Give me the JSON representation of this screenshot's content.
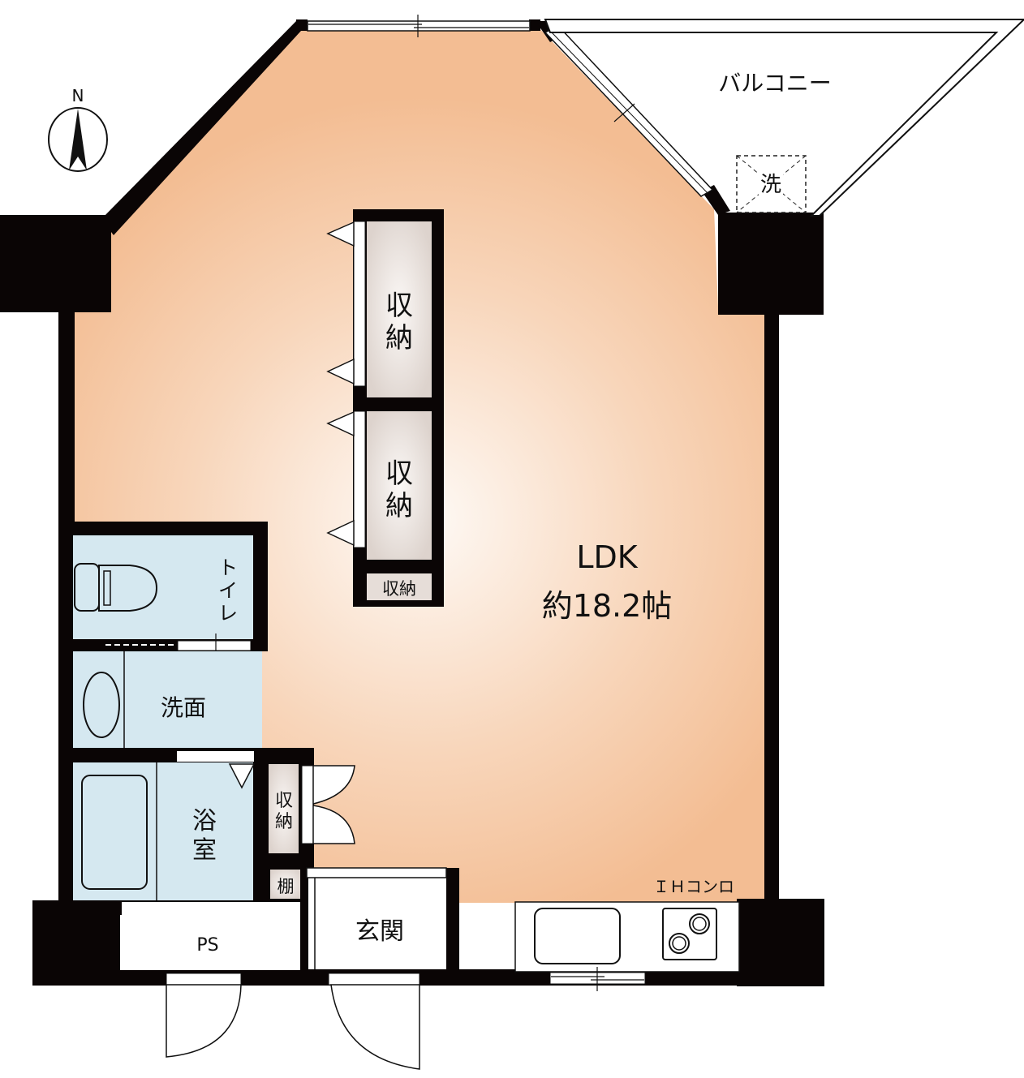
{
  "compass": {
    "label": "N",
    "icon": "north-arrow-icon"
  },
  "rooms": {
    "ldk": {
      "name": "LDK",
      "size": "約18.2帖"
    },
    "balcony": {
      "name": "バルコニー"
    },
    "washer": {
      "name": "洗"
    },
    "storage_upper": {
      "name_line1": "収",
      "name_line2": "納"
    },
    "storage_middle": {
      "name_line1": "収",
      "name_line2": "納"
    },
    "storage_small": {
      "name": "収納"
    },
    "toilet": {
      "name_line1": "ト",
      "name_line2": "イ",
      "name_line3": "レ"
    },
    "washroom": {
      "name": "洗面"
    },
    "bathroom": {
      "name_line1": "浴",
      "name_line2": "室"
    },
    "storage_side": {
      "name_line1": "収",
      "name_line2": "納"
    },
    "shelf": {
      "name": "棚"
    },
    "entrance": {
      "name": "玄関"
    },
    "ps": {
      "name": "PS"
    },
    "stove": {
      "name": "ＩＨコンロ"
    }
  },
  "colors": {
    "wall": "#0a0505",
    "ldk_center": "#fdf3ec",
    "ldk_edge": "#f3bd93",
    "wet_area": "#d5e8f0",
    "storage": "#e2d8d2"
  }
}
